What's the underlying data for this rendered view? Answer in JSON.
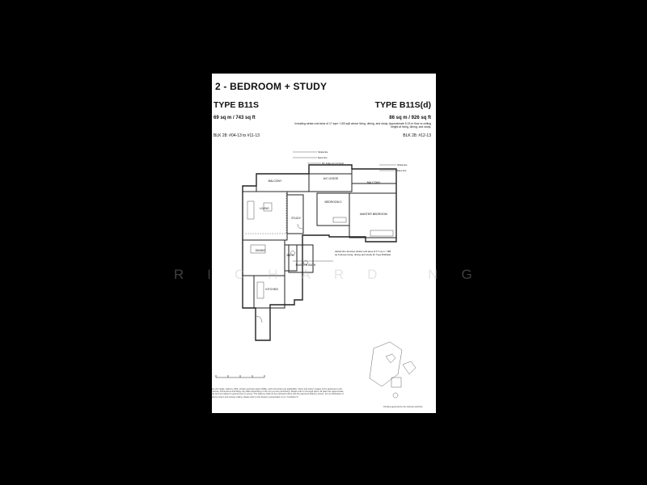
{
  "header": {
    "title": "2 - BEDROOM + STUDY",
    "type_left": "TYPE B11S",
    "type_right": "TYPE B11S(d)",
    "area_left": "69 sq m / 743 sq ft",
    "area_right": "86 sq m / 926 sq ft",
    "note_right": "Including strata void area of 17 sqm / 183 sqft above living, dining, and study. Approximate 5.23 m floor to ceiling height at living, dining, and study.",
    "blk_left": "BLK 28: #04-13 to #11-13",
    "blk_right": "BLK 28: #12-13"
  },
  "plan": {
    "rooms": {
      "balcony_left": "BALCONY",
      "balcony_right": "BALCONY",
      "ac_ledge": "A/C LEDGE",
      "living": "LIVING",
      "study": "STUDY",
      "bedroom2": "BEDROOM 2",
      "master_bedroom": "MASTER BEDROOM",
      "dining": "DINING",
      "master_bath": "MASTER BATH",
      "bath": "BATH",
      "kitchen": "KITCHEN"
    },
    "annotations": {
      "strata_line": "Strata line",
      "eave_line": "Eave line",
      "rc_ledge": "RC ledge at roof level",
      "strata_line_right": "Strata line",
      "eave_line_right": "Eave line",
      "dotted_note": "dotted line denotes strata void area of 17 sq m / 183 sq ft above living, dining and study for Type B11S(d)."
    }
  },
  "watermark": "RICHARD NG",
  "disclaimer": "Areas included are A/C ledge, balcony, PES, private enclosed space (PES), and roof terrace (as applicable). Sizes and colour images of the apartment units shown on this brochure. Dimensions and fitting may differ depending on the unit you are purchasing. Please refer to the legal plans. All plans are approximate measurement only and not subject to government re-survey. The balcony shall not be enclosed unless with the approved balcony screen. For an illustration of the approved balcony screen and canopy ceiling, please refer to the design's presentation to us \"Condition 9\".",
  "copyright": "Pending approval by the relevant authority"
}
